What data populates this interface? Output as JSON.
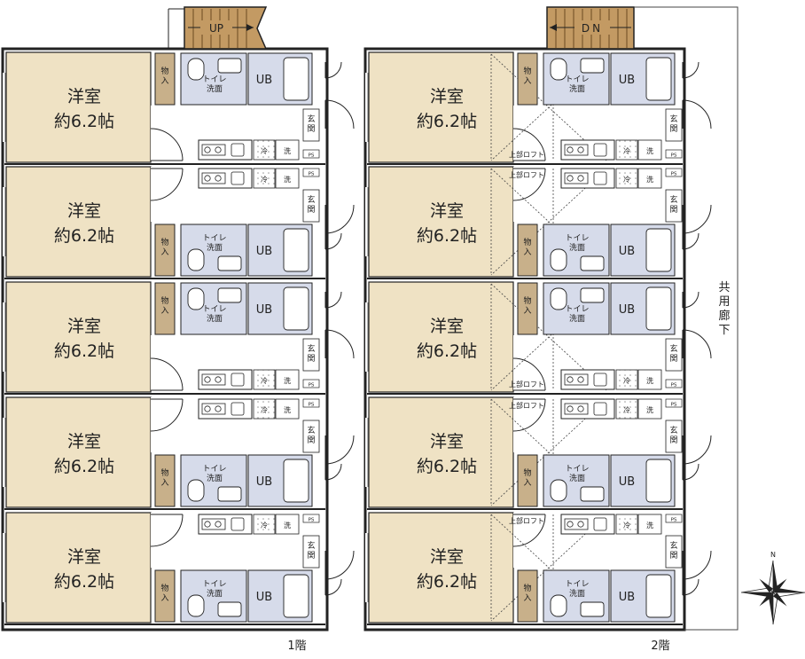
{
  "floor1": {
    "label": "1階",
    "stair_label": "UP",
    "units": [
      {
        "room_name": "洋室",
        "room_size": "約6.2帖",
        "storage": "物入",
        "toilet": "トイレ\n洗面",
        "bath": "UB",
        "entrance": "玄関",
        "fridge": "冷",
        "washer": "洗",
        "ps": "PS"
      },
      {
        "room_name": "洋室",
        "room_size": "約6.2帖",
        "storage": "物入",
        "toilet": "トイレ\n洗面",
        "bath": "UB",
        "entrance": "玄関",
        "fridge": "冷",
        "washer": "洗",
        "ps": "PS"
      },
      {
        "room_name": "洋室",
        "room_size": "約6.2帖",
        "storage": "物入",
        "toilet": "トイレ\n洗面",
        "bath": "UB",
        "entrance": "玄関",
        "fridge": "冷",
        "washer": "洗",
        "ps": "PS"
      },
      {
        "room_name": "洋室",
        "room_size": "約6.2帖",
        "storage": "物入",
        "toilet": "トイレ\n洗面",
        "bath": "UB",
        "entrance": "玄関",
        "fridge": "冷",
        "washer": "洗",
        "ps": "PS"
      },
      {
        "room_name": "洋室",
        "room_size": "約6.2帖",
        "storage": "物入",
        "toilet": "トイレ\n洗面",
        "bath": "UB",
        "entrance": "玄関",
        "fridge": "冷",
        "washer": "洗",
        "ps": "PS"
      }
    ]
  },
  "floor2": {
    "label": "2階",
    "stair_label": "DN",
    "corridor_label": "共用廊下",
    "loft_label": "上部ロフト",
    "units": [
      {
        "room_name": "洋室",
        "room_size": "約6.2帖",
        "storage": "物入",
        "toilet": "トイレ\n洗面",
        "bath": "UB",
        "entrance": "玄関",
        "fridge": "冷",
        "washer": "洗",
        "ps": "PS"
      },
      {
        "room_name": "洋室",
        "room_size": "約6.2帖",
        "storage": "物入",
        "toilet": "トイレ\n洗面",
        "bath": "UB",
        "entrance": "玄関",
        "fridge": "冷",
        "washer": "洗",
        "ps": "PS"
      },
      {
        "room_name": "洋室",
        "room_size": "約6.2帖",
        "storage": "物入",
        "toilet": "トイレ\n洗面",
        "bath": "UB",
        "entrance": "玄関",
        "fridge": "冷",
        "washer": "洗",
        "ps": "PS"
      },
      {
        "room_name": "洋室",
        "room_size": "約6.2帖",
        "storage": "物入",
        "toilet": "トイレ\n洗面",
        "bath": "UB",
        "entrance": "玄関",
        "fridge": "冷",
        "washer": "洗",
        "ps": "PS"
      },
      {
        "room_name": "洋室",
        "room_size": "約6.2帖",
        "storage": "物入",
        "toilet": "トイレ\n洗面",
        "bath": "UB",
        "entrance": "玄関",
        "fridge": "冷",
        "washer": "洗",
        "ps": "PS"
      }
    ]
  },
  "compass": {
    "north_label": "N"
  },
  "colors": {
    "room_fill": "#efe2c4",
    "storage_fill": "#c8b08a",
    "wet_fill": "#d6dbea",
    "wall": "#222222",
    "stair_fill": "#c39a63"
  }
}
